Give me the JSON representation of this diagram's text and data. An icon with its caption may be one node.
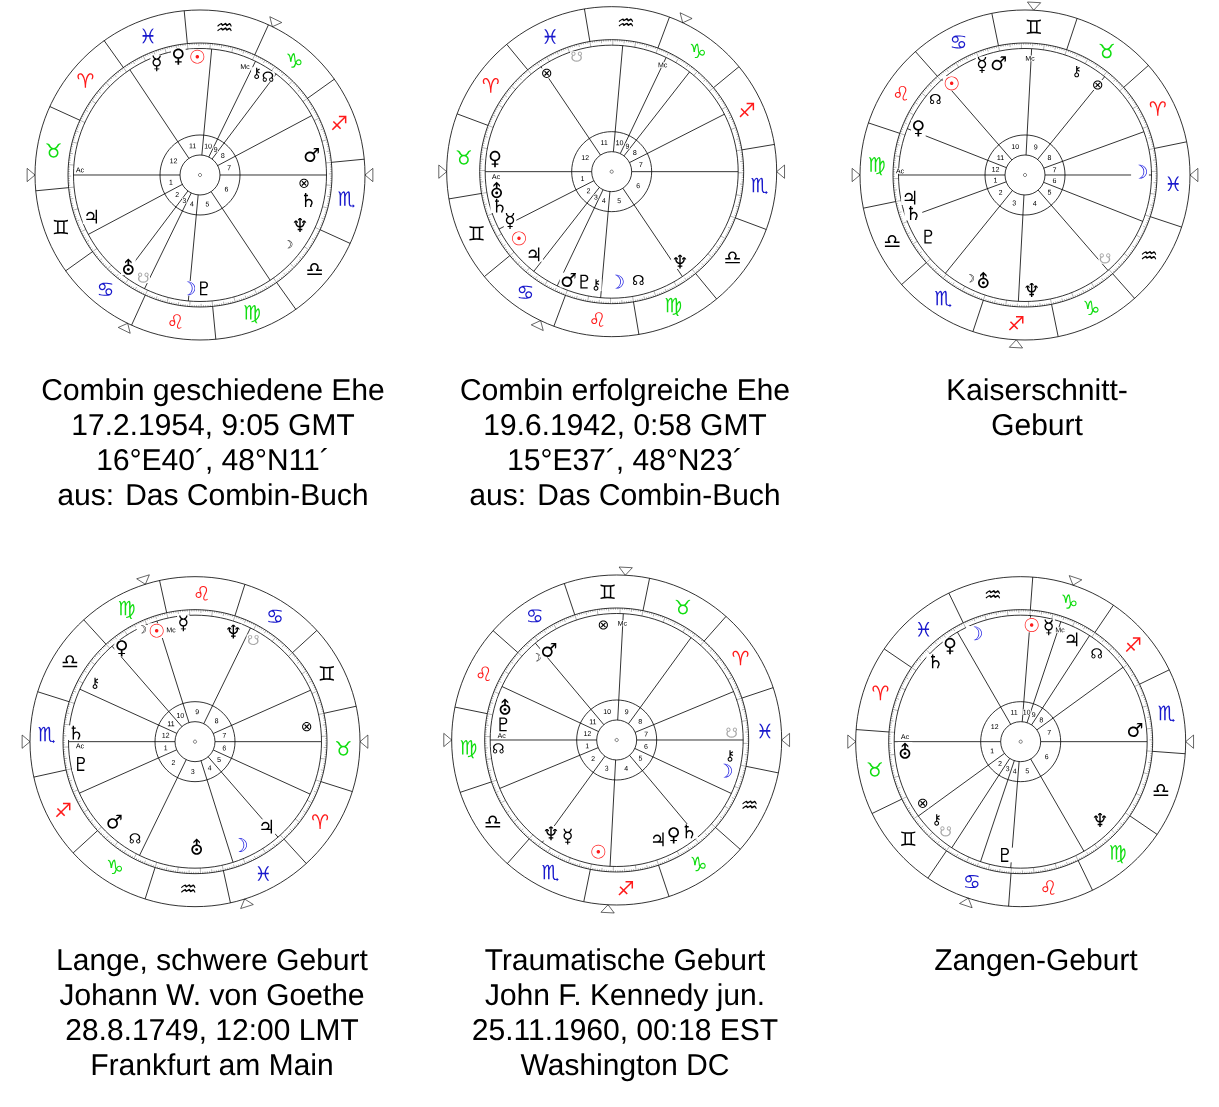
{
  "diagram": {
    "nodes": [
      {
        "text": [],
        "shape": "picture",
        "beside": [
          "Combin geschiedene Ehe",
          "17.2.1954, 9:05 GMT",
          "16°E40´, 48°N11´",
          "aus: Das Combin-Buch"
        ]
      },
      {
        "text": [],
        "shape": "picture",
        "beside": [
          "Combin erfolgreiche Ehe",
          "19.6.1942, 0:58 GMT",
          "15°E37´, 48°N23´",
          "aus: Das Combin-Buch"
        ]
      },
      {
        "text": [],
        "shape": "picture",
        "beside": [
          "Kaiserschnitt-",
          "Geburt"
        ]
      },
      {
        "text": [],
        "shape": "picture",
        "beside": [
          "Lange, schwere Geburt",
          "Johann W. von Goethe",
          "28.8.1749, 12:00 LMT",
          "Frankfurt am Main"
        ]
      },
      {
        "text": [],
        "shape": "picture",
        "beside": [
          "Traumatische Geburt",
          "John F. Kennedy jun.",
          "25.11.1960, 00:18 EST",
          "Washington DC"
        ]
      },
      {
        "text": [],
        "shape": "picture",
        "beside": [
          "Zangen-Geburt"
        ]
      }
    ],
    "labels": [
      "♈",
      "♉",
      "♊",
      "♋",
      "♌",
      "♍",
      "♎",
      "♏",
      "♐",
      "♑",
      "♒",
      "♓",
      "☿",
      "♀",
      "☉",
      "Mc",
      "⚷",
      "☊",
      "♂",
      "⊗",
      "♄",
      "♆",
      "☽",
      "Ac",
      "♃",
      "⛢",
      "☋",
      "☽",
      "♇",
      "11",
      "10",
      "9",
      "12",
      "8",
      "7",
      "1",
      "2",
      "6",
      "3",
      "4",
      "5",
      "♈",
      "♉",
      "♊",
      "♋",
      "♌",
      "♍",
      "♎",
      "♏",
      "♐",
      "♑",
      "♒",
      "♓",
      "⊗",
      "☋",
      "Mc",
      "♀",
      "Ac",
      "⛢",
      "♄",
      "☿",
      "☉",
      "♃",
      "♂",
      "♇",
      "⚷",
      "☽",
      "☊",
      "♆",
      "11",
      "10",
      "9",
      "12",
      "8",
      "7",
      "1",
      "2",
      "6",
      "3",
      "4",
      "5",
      "♈",
      "♉",
      "♊",
      "♋",
      "♌",
      "♍",
      "♎",
      "♏",
      "♐",
      "♑",
      "♒",
      "♓",
      "☿",
      "♂",
      "Mc",
      "⚷",
      "⊗",
      "☉",
      "☊",
      "♀",
      "Ac",
      "♃",
      "♄",
      "♇",
      "☽",
      "⛢",
      "♆",
      "☋",
      "☽",
      "10",
      "9",
      "11",
      "8",
      "12",
      "7",
      "1",
      "6",
      "2",
      "5",
      "3",
      "4",
      "♈",
      "♉",
      "♊",
      "♋",
      "♌",
      "♍",
      "♎",
      "♏",
      "♐",
      "♑",
      "♒",
      "♓",
      "☽",
      "☉",
      "Mc",
      "☿",
      "♀",
      "♆",
      "☋",
      "⚷",
      "♄",
      "Ac",
      "♇",
      "⊗",
      "♂",
      "☊",
      "⛢",
      "☽",
      "♃",
      "10",
      "9",
      "11",
      "8",
      "12",
      "7",
      "1",
      "6",
      "2",
      "5",
      "3",
      "4",
      "♈",
      "♉",
      "♊",
      "♋",
      "♌",
      "♍",
      "♎",
      "♏",
      "♐",
      "♑",
      "♒",
      "♓",
      "⊗",
      "Mc",
      "☽",
      "♂",
      "⛢",
      "♇",
      "Ac",
      "☊",
      "☋",
      "⚷",
      "☽",
      "♆",
      "☿",
      "☉",
      "♃",
      "♀",
      "♄",
      "10",
      "9",
      "11",
      "8",
      "12",
      "7",
      "1",
      "6",
      "2",
      "5",
      "3",
      "4",
      "♈",
      "♉",
      "♊",
      "♋",
      "♌",
      "♍",
      "♎",
      "♏",
      "♐",
      "♑",
      "♒",
      "♓",
      "♀",
      "☽",
      "☉",
      "☿",
      "Mc",
      "♃",
      "♄",
      "☊",
      "Ac",
      "⛢",
      "♂",
      "⊗",
      "⚷",
      "☋",
      "♆",
      "♇",
      "11",
      "10",
      "9",
      "12",
      "8",
      "7",
      "1",
      "2",
      "6",
      "3",
      "4",
      "5"
    ]
  }
}
